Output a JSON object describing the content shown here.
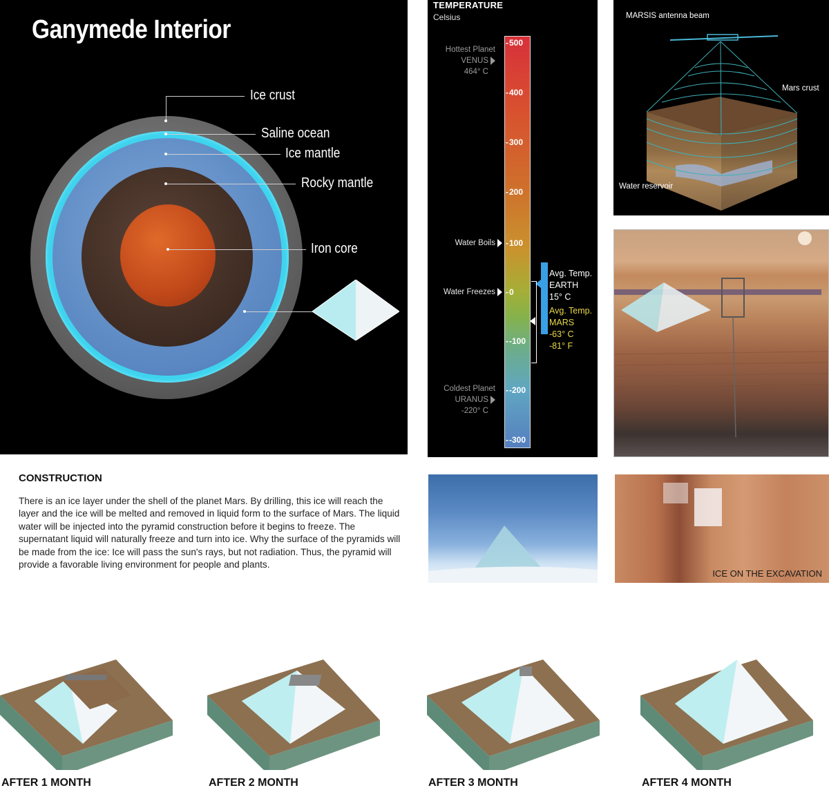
{
  "ganymede": {
    "title": "Ganymede Interior",
    "layers": [
      {
        "name": "Ice crust",
        "color": "#6e6e6e"
      },
      {
        "name": "Saline ocean",
        "color": "#3fd3ee"
      },
      {
        "name": "Ice mantle",
        "color": "#5b87c2"
      },
      {
        "name": "Rocky mantle",
        "color": "#3e2b22"
      },
      {
        "name": "Iron core",
        "color": "#c2491a"
      }
    ],
    "pyramid_icon": "ice-pyramid-icon"
  },
  "temperature": {
    "title": "TEMPERATURE",
    "unit": "Celsius",
    "ticks": [
      "500",
      "400",
      "300",
      "200",
      "100",
      "0",
      "-100",
      "-200",
      "-300"
    ],
    "references": {
      "hottest": {
        "line1": "Hottest Planet",
        "line2": "VENUS",
        "line3": "464° C"
      },
      "water_boils": "Water Boils",
      "water_freezes": "Water Freezes",
      "coldest": {
        "line1": "Coldest Planet",
        "line2": "URANUS",
        "line3": "-220° C"
      }
    },
    "earth": {
      "line1": "Avg. Temp.",
      "line2": "EARTH",
      "line3": "15° C",
      "color": "#3aa0e6"
    },
    "mars": {
      "line1": "Avg. Temp.",
      "line2": "MARS",
      "line3": "-63° C",
      "line4": "-81° F",
      "color": "#e8d84a"
    }
  },
  "marsis": {
    "beam_label": "MARSIS antenna beam",
    "crust_label": "Mars crust",
    "reservoir_label": "Water reservoir"
  },
  "construction": {
    "heading": "CONSTRUCTION",
    "body": "There is an ice layer under the shell of the planet Mars. By drilling, this ice will reach the layer and the ice will be melted and removed in liquid form to the surface of Mars. The liquid water will be injected into the pyramid construction before it begins to freeze. The supernatant liquid will naturally freeze and turn into ice. Why the surface of the pyramids will be made from the ice: Ice will pass the sun's rays, but not radiation. Thus, the pyramid will provide a favorable living environment for people and plants."
  },
  "photos": {
    "excavation_caption": "ICE ON THE EXCAVATION"
  },
  "stages": [
    {
      "label": "AFTER 1 MONTH",
      "progress": 0.25
    },
    {
      "label": "AFTER 2 MONTH",
      "progress": 0.5
    },
    {
      "label": "AFTER 3 MONTH",
      "progress": 0.85
    },
    {
      "label": "AFTER 4 MONTH",
      "progress": 1.0
    }
  ]
}
